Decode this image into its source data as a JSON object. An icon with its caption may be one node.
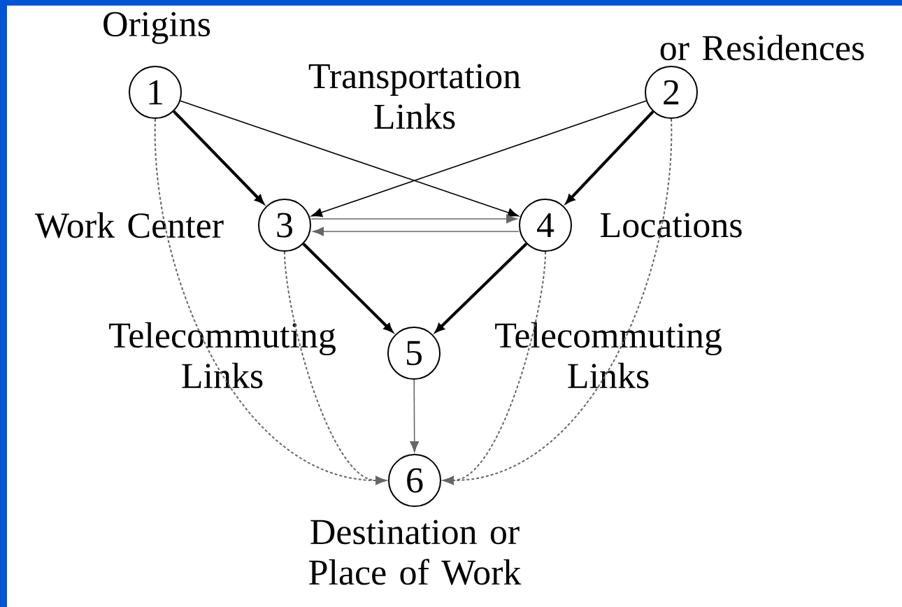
{
  "diagram": {
    "nodes": [
      {
        "text": [
          "1"
        ],
        "beside": [
          "Origins"
        ]
      },
      {
        "text": [
          "2"
        ],
        "beside": [
          "or Residences"
        ]
      },
      {
        "text": [
          "3"
        ],
        "beside": [
          "Work Center"
        ]
      },
      {
        "text": [
          "4"
        ],
        "beside": [
          "Locations"
        ]
      },
      {
        "text": [
          "5"
        ]
      },
      {
        "text": [
          "6"
        ],
        "beside": [
          "Destination or Place of Work"
        ]
      }
    ],
    "edges": [
      {
        "from": 0,
        "to": 2,
        "arrow": "to",
        "style": "thick",
        "color": "#000000"
      },
      {
        "from": 0,
        "to": 3,
        "arrow": "to",
        "color": "#000000"
      },
      {
        "from": 1,
        "to": 2,
        "arrow": "to",
        "color": "#000000"
      },
      {
        "from": 1,
        "to": 3,
        "arrow": "to",
        "style": "thick",
        "color": "#000000"
      },
      {
        "from": 2,
        "to": 3,
        "arrow": "to",
        "color": "#666666"
      },
      {
        "from": 3,
        "to": 2,
        "arrow": "to",
        "color": "#666666"
      },
      {
        "from": 2,
        "to": 4,
        "arrow": "to",
        "style": "thick",
        "color": "#000000"
      },
      {
        "from": 3,
        "to": 4,
        "arrow": "to",
        "style": "thick",
        "color": "#000000"
      },
      {
        "from": 4,
        "to": 5,
        "arrow": "to",
        "color": "#666666"
      },
      {
        "from": 0,
        "to": 5,
        "arrow": "to",
        "style": "dashed",
        "color": "#666666"
      },
      {
        "from": 2,
        "to": 5,
        "arrow": "to",
        "style": "dashed",
        "color": "#666666"
      },
      {
        "from": 3,
        "to": 5,
        "arrow": "to",
        "style": "dashed",
        "color": "#666666"
      },
      {
        "from": 1,
        "to": 5,
        "arrow": "to",
        "style": "dashed",
        "color": "#666666"
      }
    ],
    "labels": [
      "Transportation Links",
      "Telecommuting Links",
      "Telecommuting Links"
    ]
  }
}
